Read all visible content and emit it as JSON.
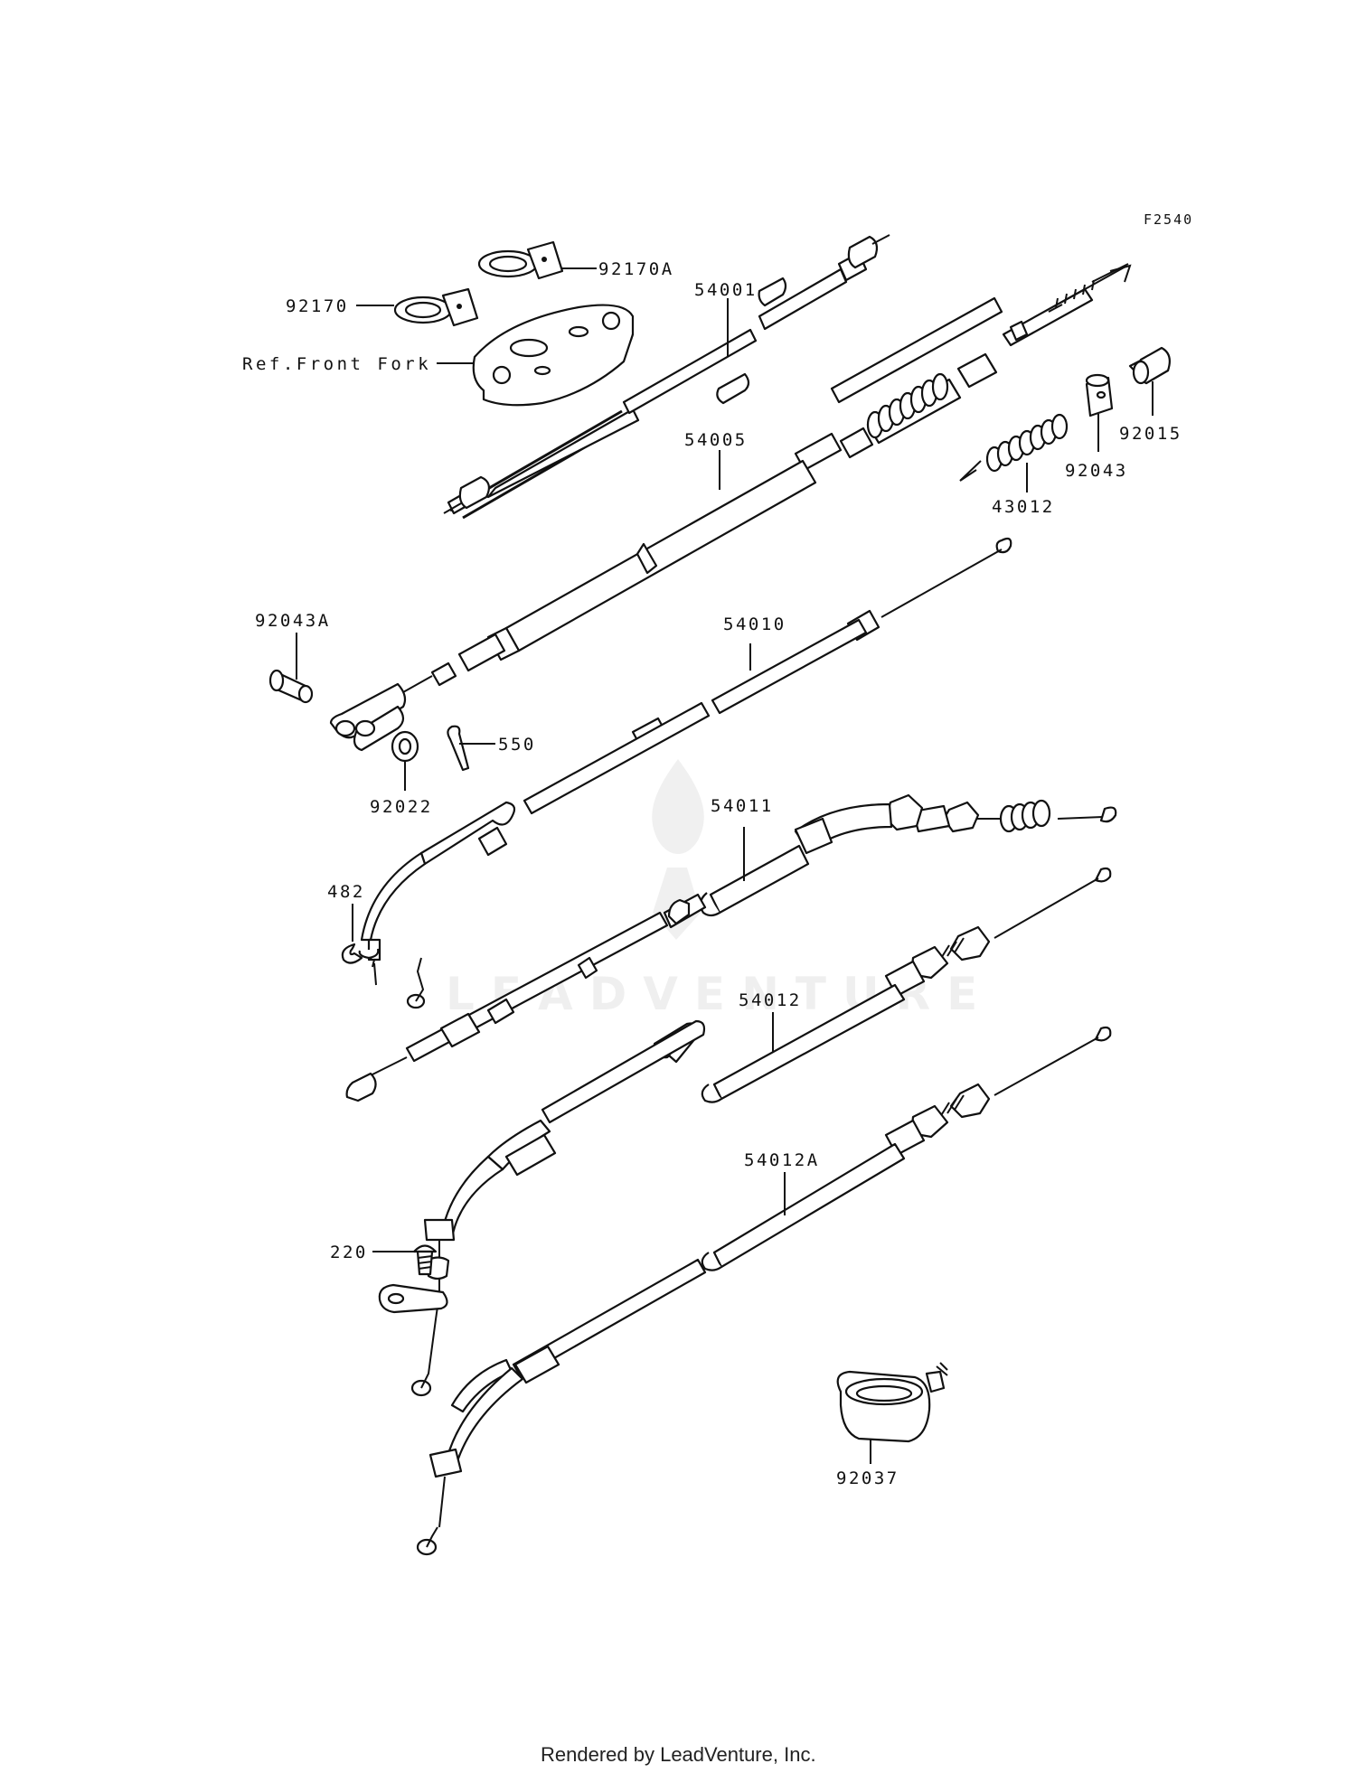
{
  "figure_code": "F2540",
  "footer_text": "Rendered by LeadVenture, Inc.",
  "watermark_text": "LEADVENTURE",
  "callouts": {
    "p92170A": "92170A",
    "p92170": "92170",
    "p54001": "54001",
    "ref_front_fork": "Ref.Front Fork",
    "p54005": "54005",
    "p92015": "92015",
    "p92043": "92043",
    "p43012": "43012",
    "p92043A": "92043A",
    "p54010": "54010",
    "p550": "550",
    "p92022": "92022",
    "p54011": "54011",
    "p482": "482",
    "p54012": "54012",
    "p54012A": "54012A",
    "p220": "220",
    "p92037": "92037"
  },
  "colors": {
    "line": "#111111",
    "background": "#ffffff",
    "watermark": "#000000"
  }
}
